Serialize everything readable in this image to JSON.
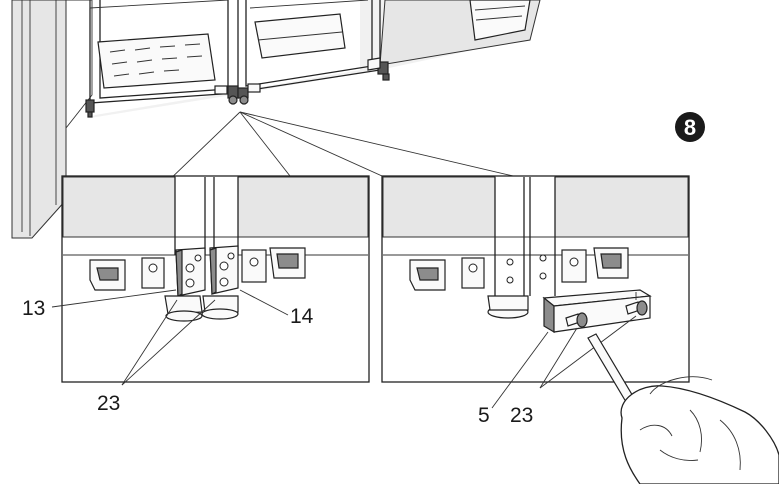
{
  "step": {
    "number": "8"
  },
  "left_detail": {
    "labels": {
      "bracket_left": "13",
      "bracket_right": "14",
      "screws": "23"
    }
  },
  "right_detail": {
    "labels": {
      "cover": "5",
      "screws": "23"
    }
  },
  "colors": {
    "line": "#222222",
    "shade": "#e6e6e6",
    "part_dark": "#555555",
    "background": "#ffffff"
  },
  "icons": {
    "step_badge": "filled-circle-number",
    "tool": "screwdriver-icon",
    "hand": "gloved-hand-icon"
  }
}
